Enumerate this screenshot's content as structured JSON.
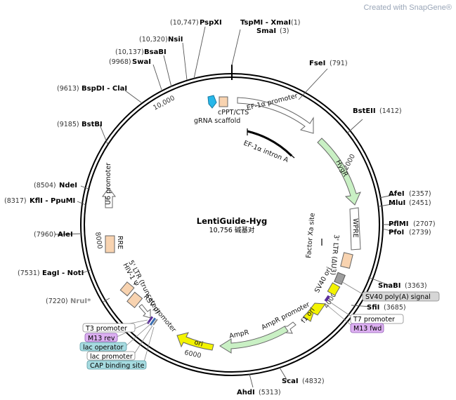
{
  "watermark": "Created with SnapGene®",
  "plasmid": {
    "name": "LentiGuide-Hyg",
    "size_text": "10,756 碱基对"
  },
  "ticks": [
    "2000",
    "4000",
    "6000",
    "8000",
    "10,000"
  ],
  "sites": [
    {
      "name": "TspMI - XmaI",
      "pos": "(1)"
    },
    {
      "name": "SmaI",
      "pos": "(3)"
    },
    {
      "name": "FseI",
      "pos": "(791)"
    },
    {
      "name": "BstEII",
      "pos": "(1412)"
    },
    {
      "name": "AfeI",
      "pos": "(2357)"
    },
    {
      "name": "MluI",
      "pos": "(2451)"
    },
    {
      "name": "PflMI",
      "pos": "(2707)"
    },
    {
      "name": "PfoI",
      "pos": "(2739)"
    },
    {
      "name": "SnaBI",
      "pos": "(3363)"
    },
    {
      "name": "SfiI",
      "pos": "(3685)"
    },
    {
      "name": "ScaI",
      "pos": "(4832)"
    },
    {
      "name": "AhdI",
      "pos": "(5313)"
    },
    {
      "name": "NruI*",
      "pos": "(7220)"
    },
    {
      "name": "EagI - NotI",
      "pos": "(7531)"
    },
    {
      "name": "AleI",
      "pos": "(7960)"
    },
    {
      "name": "KflI - PpuMI",
      "pos": "(8317)"
    },
    {
      "name": "NdeI",
      "pos": "(8504)"
    },
    {
      "name": "BstBI",
      "pos": "(9185)"
    },
    {
      "name": "BspDI - ClaI",
      "pos": "(9613)"
    },
    {
      "name": "SwaI",
      "pos": "(9968)"
    },
    {
      "name": "BsaBI",
      "pos": "(10,137)"
    },
    {
      "name": "NsiI",
      "pos": "(10,320)"
    },
    {
      "name": "PspXI",
      "pos": "(10,747)"
    }
  ],
  "features": {
    "ef1a_promoter": "EF-1α promoter",
    "ef1a_intron": "EF-1α intron A",
    "hygr": "HygR",
    "wpre": "WPRE",
    "ltr3": "3' LTR (ΔU3)",
    "factor_xa": "Factor Xa site",
    "sv40_ori": "SV40 ori",
    "f1_ori": "f1 ori",
    "ampr_promoter": "AmpR promoter",
    "ampr": "AmpR",
    "ori": "ori",
    "rsv_promoter": "RSV promoter",
    "ltr5": "5' LTR (truncated)",
    "hiv_psi": "HIV-1 Ψ",
    "rre": "RRE",
    "u6_promoter": "U6 promoter",
    "cppt": "cPPT/CTS",
    "grna": "gRNA scaffold"
  },
  "tags": {
    "sv40_polya": "SV40 poly(A) signal",
    "t7_promoter": "T7 promoter",
    "m13_fwd": "M13 fwd",
    "t3_promoter": "T3 promoter",
    "m13_rev": "M13 rev",
    "lac_operator": "lac operator",
    "lac_promoter": "lac promoter",
    "cap_site": "CAP binding site"
  },
  "colors": {
    "backbone": "#000000",
    "promoter_fill": "#ffffff",
    "hygr_fill": "#c9f0c4",
    "ampr_fill": "#c9f0c4",
    "ori_fill": "#f3f300",
    "ltr_fill": "#f8d3b0",
    "sv40_grey": "#9e9e9e",
    "cppt_fill": "#f8d3b0",
    "grna_fill": "#27b7e9",
    "tag_grey": "#d6d6d6",
    "tag_purple": "#ddb0f2",
    "tag_blue": "#a6dbe0",
    "tag_white": "#ffffff"
  }
}
